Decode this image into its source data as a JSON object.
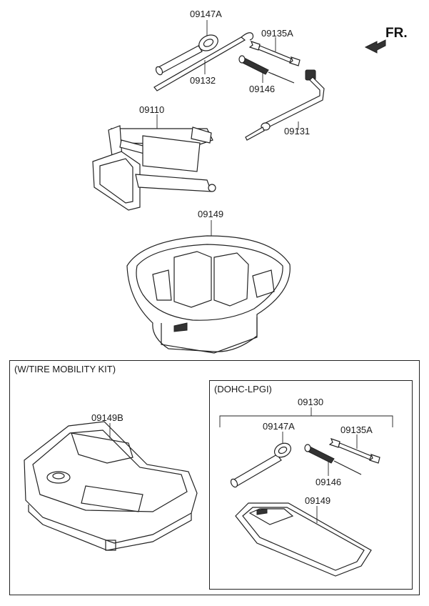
{
  "orientation": {
    "label": "FR.",
    "arrow_icon": "arrow-front-icon"
  },
  "parts": {
    "p09147A_top": "09147A",
    "p09132": "09132",
    "p09135A_top": "09135A",
    "p09146_top": "09146",
    "p09131": "09131",
    "p09110": "09110",
    "p09149_top": "09149"
  },
  "mobility_kit": {
    "title": "(W/TIRE MOBILITY KIT)",
    "p09149B": "09149B",
    "dohc": {
      "title": "(DOHC-LPGI)",
      "p09130": "09130",
      "p09147A": "09147A",
      "p09135A": "09135A",
      "p09146": "09146",
      "p09149": "09149"
    }
  }
}
